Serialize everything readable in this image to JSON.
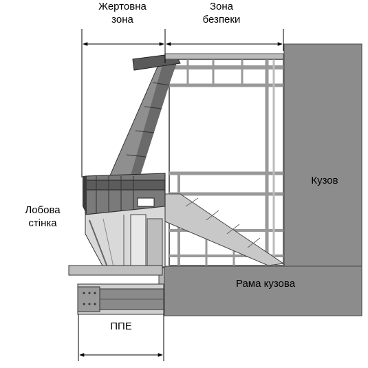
{
  "labels": {
    "sacrificial_zone": [
      "Жертовна",
      "зона"
    ],
    "safety_zone": [
      "Зона",
      "безпеки"
    ],
    "front_wall": [
      "Лобова",
      "стінка"
    ],
    "body": "Кузов",
    "body_frame": "Рама кузова",
    "ppe": "ППЕ"
  },
  "colors": {
    "body_fill": "#8c8c8c",
    "frame_fill": "#8c8c8c",
    "structure_dark": "#555555",
    "structure_mid": "#9a9a9a",
    "structure_light": "#d6d6d6",
    "line": "#000000"
  }
}
